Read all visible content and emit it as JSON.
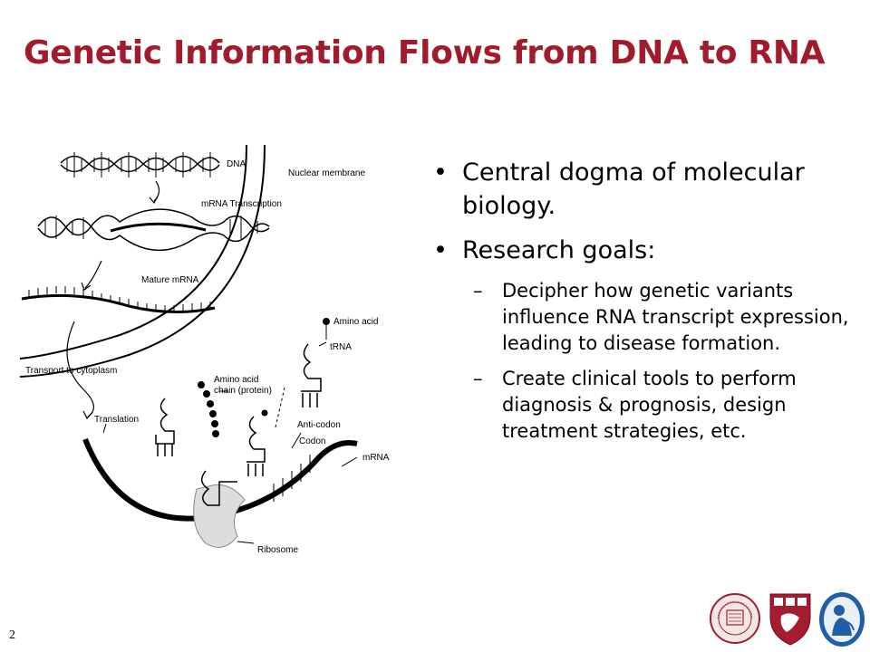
{
  "slide": {
    "title": "Genetic Information Flows from DNA to RNA",
    "page_number": "2"
  },
  "figure": {
    "labels": {
      "dna": "DNA",
      "nuclear_membrane": "Nuclear membrane",
      "mrna_transcription": "mRNA Transcription",
      "mature_mrna": "Mature mRNA",
      "amino_acid_top": "Amino acid",
      "trna": "tRNA",
      "transport": "Transport to cytoplasm",
      "amino_acid_chain_1": "Amino acid",
      "amino_acid_chain_2": "chain (protein)",
      "translation": "Translation",
      "anticodon": "Anti-codon",
      "codon": "Codon",
      "mrna": "mRNA",
      "ribosome": "Ribosome"
    }
  },
  "bullets": {
    "bullet_symbol": "•",
    "dash_symbol": "–",
    "item1": "Central dogma of molecular biology.",
    "item2": "Research goals:",
    "sub1": "Decipher how genetic variants influence RNA transcript expression, leading to disease formation.",
    "sub2": "Create clinical tools to perform diagnosis & prognosis, design treatment strategies, etc."
  },
  "logos": [
    "MIT seal logo",
    "Harvard shield logo",
    "Harvard Medical School logo"
  ],
  "colors": {
    "title": "#a01c2c",
    "harvard_crimson": "#a51c30",
    "hms_blue": "#1f5fa8"
  }
}
